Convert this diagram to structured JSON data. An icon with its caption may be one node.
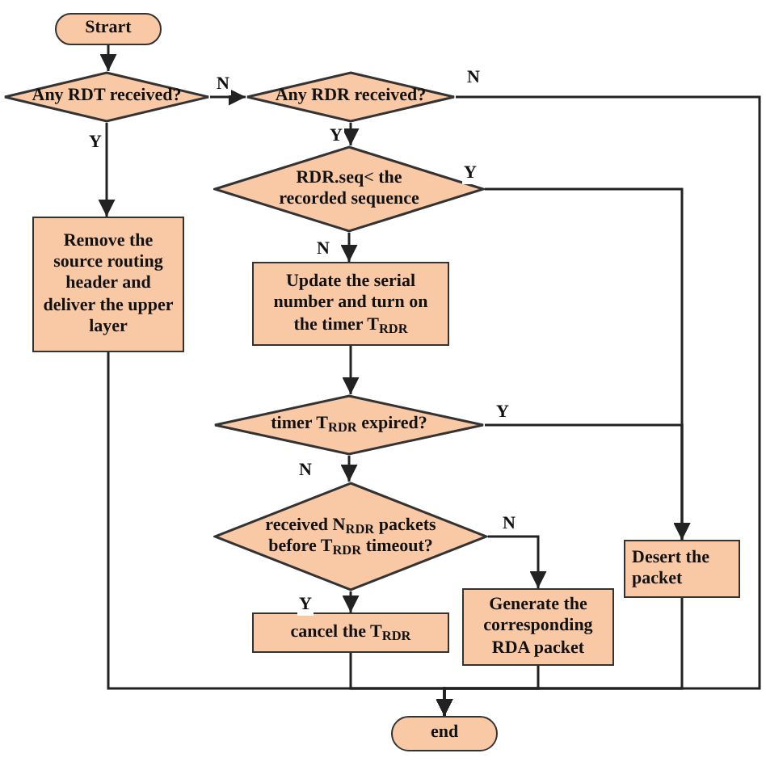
{
  "diagram": {
    "nodes": [
      {
        "text": [
          "Strart"
        ]
      },
      {
        "text": [
          "Any RDT received?"
        ]
      },
      {
        "text": [
          "Any RDR received?"
        ]
      },
      {
        "text": [
          "RDR.seq< the recorded sequence"
        ]
      },
      {
        "text": [
          "Remove the source routing header and deliver the upper layer"
        ]
      },
      {
        "text": [
          "Update the serial number and turn on the timer T$_{RDR}$"
        ]
      },
      {
        "text": [
          "timer T$_{RDR}$ expired?"
        ]
      },
      {
        "text": [
          "received N$_{RDR}$ packets before T$_{RDR}$ timeout?"
        ]
      },
      {
        "text": [
          "cancel the T$_{RDR}$"
        ]
      },
      {
        "text": [
          "Generate the corresponding RDA packet"
        ]
      },
      {
        "text": [
          "Desert the packet"
        ]
      },
      {
        "text": [
          "end"
        ]
      }
    ],
    "edges": [
      {
        "from": 0,
        "to": 1,
        "arrow": "to"
      },
      {
        "from": 1,
        "to": 2,
        "arrow": "to",
        "label": "N"
      },
      {
        "from": 1,
        "to": 4,
        "arrow": "to",
        "label": "Y"
      },
      {
        "from": 2,
        "to": 3,
        "arrow": "to",
        "label": "Y"
      },
      {
        "from": 2,
        "to": 11,
        "arrow": "to",
        "label": "N"
      },
      {
        "from": 3,
        "to": 10,
        "arrow": "to",
        "label": "Y"
      },
      {
        "from": 3,
        "to": 5,
        "arrow": "to",
        "label": "N"
      },
      {
        "from": 5,
        "to": 6,
        "arrow": "to"
      },
      {
        "from": 6,
        "to": 10,
        "arrow": "to",
        "label": "Y"
      },
      {
        "from": 6,
        "to": 7,
        "arrow": "to",
        "label": "N"
      },
      {
        "from": 7,
        "to": 8,
        "arrow": "to",
        "label": "Y"
      },
      {
        "from": 7,
        "to": 9,
        "arrow": "to",
        "label": "N"
      },
      {
        "from": 4,
        "to": 11,
        "arrow": "to"
      },
      {
        "from": 8,
        "to": 11,
        "arrow": "to"
      },
      {
        "from": 9,
        "to": 11,
        "arrow": "to"
      },
      {
        "from": 10,
        "to": 11,
        "arrow": "to"
      }
    ]
  }
}
